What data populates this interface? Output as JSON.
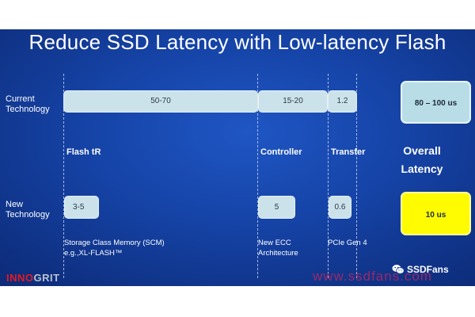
{
  "title": "Reduce SSD Latency with Low-latency Flash",
  "rows": {
    "current": "Current Technology",
    "new": "New Technology"
  },
  "stages": {
    "flash": "Flash tR",
    "controller": "Controller",
    "transfer": "Transfer"
  },
  "current_values": {
    "flash": "50-70",
    "controller": "15-20",
    "transfer": "1.2"
  },
  "new_values": {
    "flash": "3-5",
    "controller": "5",
    "transfer": "0.6"
  },
  "overall": {
    "label": "Overall Latency",
    "current": "80 – 100 us",
    "new": "10 us"
  },
  "notes": {
    "flash_line1": "Storage Class Memory (SCM)",
    "flash_line2": "e.g.,XL-FLASH™",
    "controller_line1": "New ECC",
    "controller_line2": "Architecture",
    "transfer": "PCIe Gen 4"
  },
  "branding": {
    "innogrit_a": "INNO",
    "innogrit_b": "GRIT",
    "watermark": "www.ssdfans.com",
    "ssdfans": "SSDFans",
    "ssdfans_icon": "wechat-icon"
  },
  "colors": {
    "background": "#1543a6",
    "bar": "#cce2ea",
    "new_total": "#fffb00",
    "brand_red": "#e11b22"
  }
}
